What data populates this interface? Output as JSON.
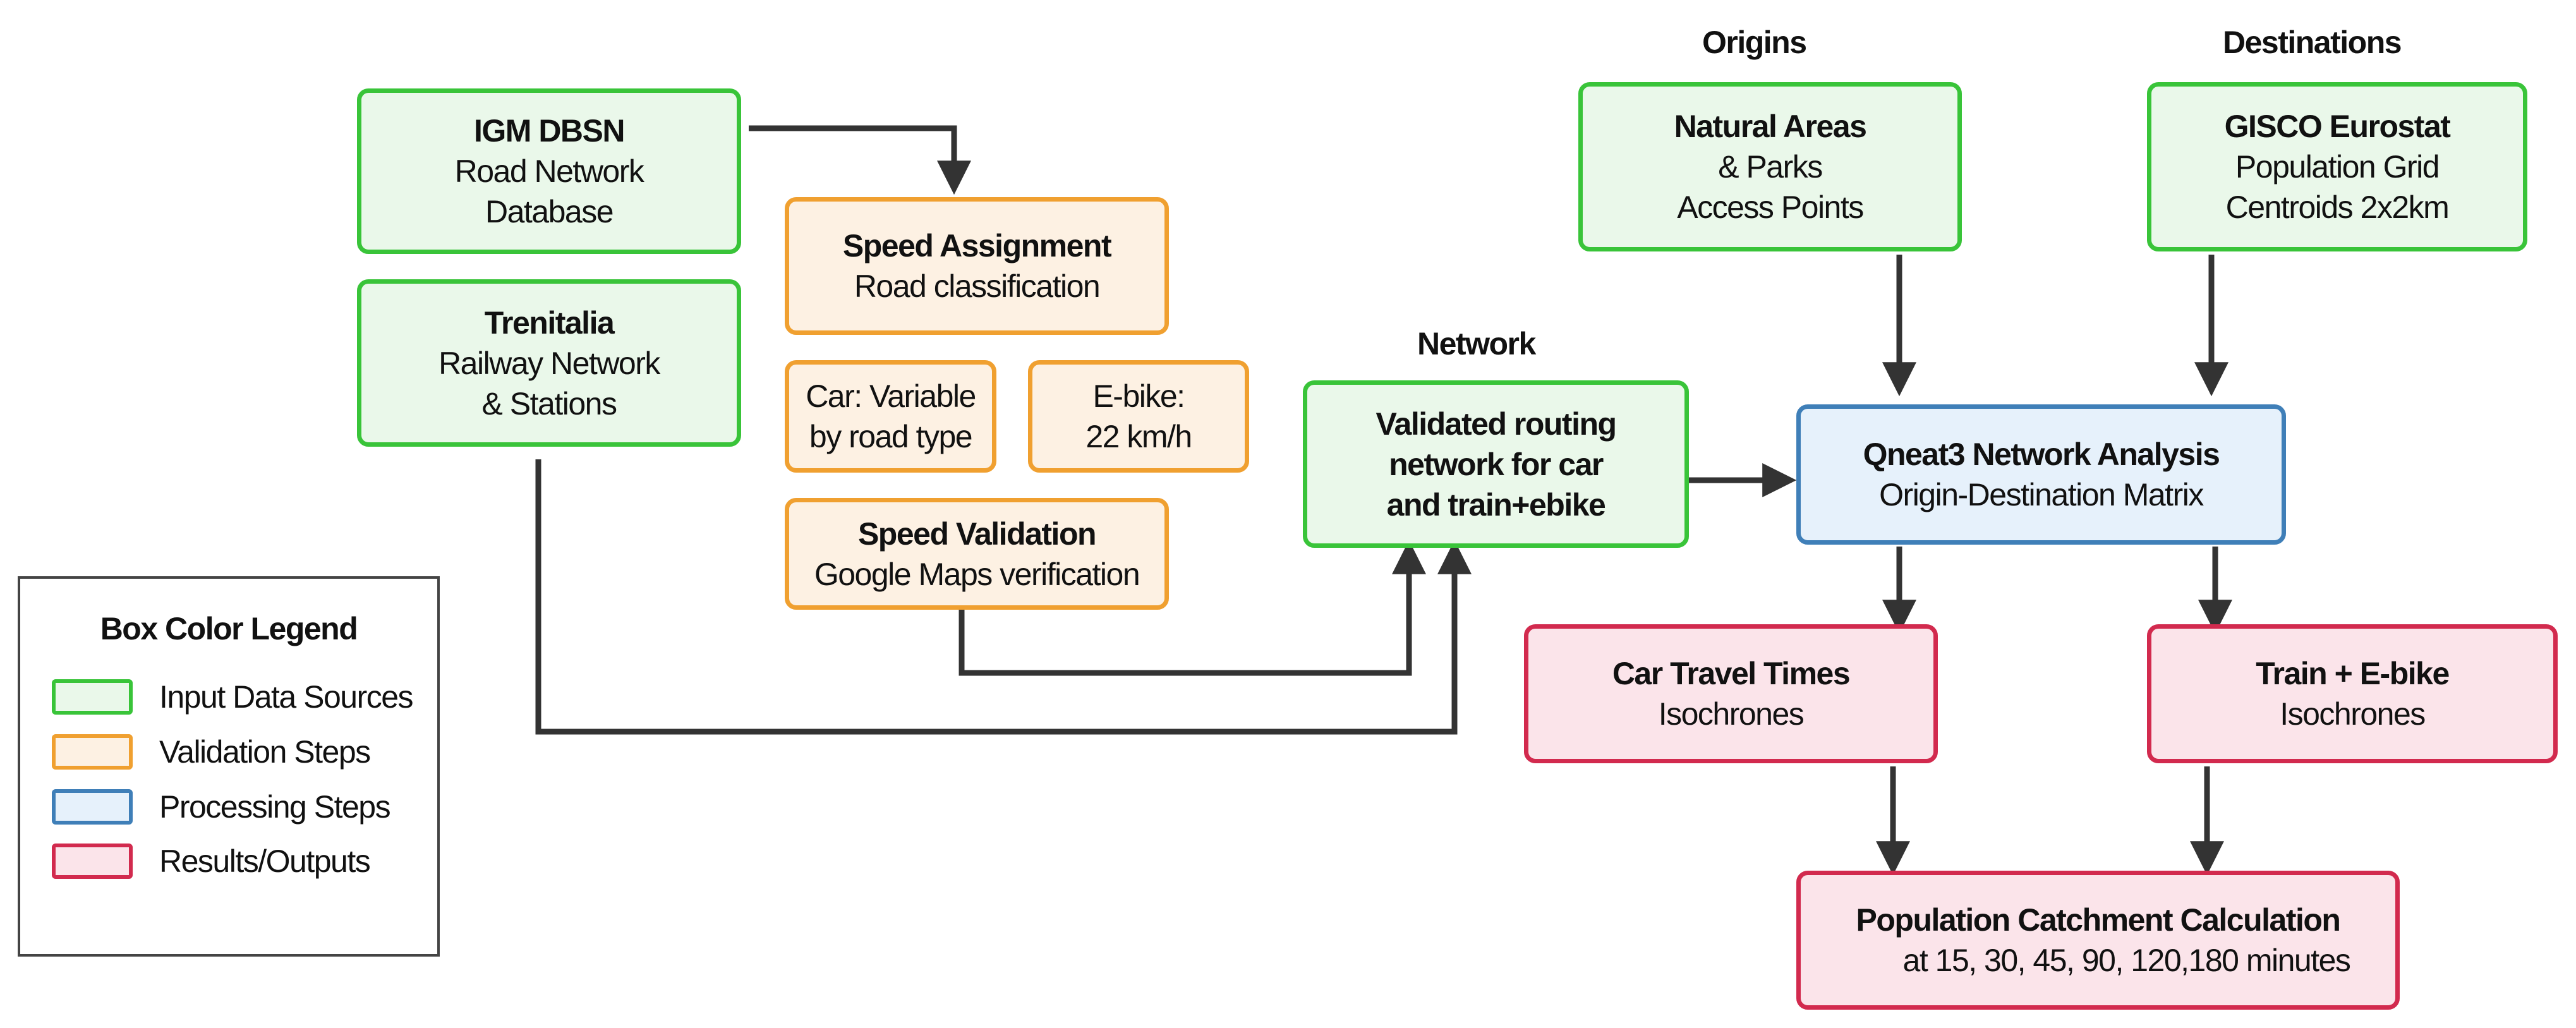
{
  "headers": {
    "origins": "Origins",
    "destinations": "Destinations",
    "network": "Network"
  },
  "boxes": {
    "igm": {
      "title": "IGM DBSN",
      "lines": [
        "Road Network",
        "Database"
      ]
    },
    "trenitalia": {
      "title": "Trenitalia",
      "lines": [
        "Railway Network",
        "& Stations"
      ]
    },
    "speed_assignment": {
      "title": "Speed Assignment",
      "lines": [
        "Road classification"
      ]
    },
    "car_speed": {
      "lines": [
        "Car: Variable",
        "by road type"
      ]
    },
    "ebike_speed": {
      "lines": [
        "E-bike:",
        "22 km/h"
      ]
    },
    "speed_validation": {
      "title": "Speed Validation",
      "lines": [
        "Google Maps verification"
      ]
    },
    "network": {
      "title_lines": [
        "Validated routing",
        "network for car",
        "and train+ebike"
      ]
    },
    "natural_areas": {
      "title": "Natural Areas",
      "lines": [
        "& Parks",
        "Access Points"
      ]
    },
    "gisco": {
      "title": "GISCO Eurostat",
      "lines": [
        "Population Grid",
        "Centroids 2x2km"
      ]
    },
    "qneat": {
      "title": "Qneat3 Network Analysis",
      "lines": [
        "Origin-Destination Matrix"
      ]
    },
    "car_times": {
      "title": "Car Travel Times",
      "lines": [
        "Isochrones"
      ]
    },
    "train_ebike": {
      "title": "Train + E-bike",
      "lines": [
        "Isochrones"
      ]
    },
    "catchment": {
      "title": "Population Catchment Calculation",
      "lines": [
        "at 15, 30, 45, 90, 120,180 minutes"
      ]
    }
  },
  "legend": {
    "title": "Box Color Legend",
    "items": [
      {
        "label": "Input Data Sources",
        "color": "#39c439",
        "fill": "#eaf8ea"
      },
      {
        "label": "Validation Steps",
        "color": "#f0a030",
        "fill": "#fdf1e3"
      },
      {
        "label": "Processing Steps",
        "color": "#3f7fb8",
        "fill": "#e6f1fb"
      },
      {
        "label": "Results/Outputs",
        "color": "#d22a4e",
        "fill": "#fbe4ea"
      }
    ]
  },
  "colors": {
    "arrow": "#333333"
  }
}
